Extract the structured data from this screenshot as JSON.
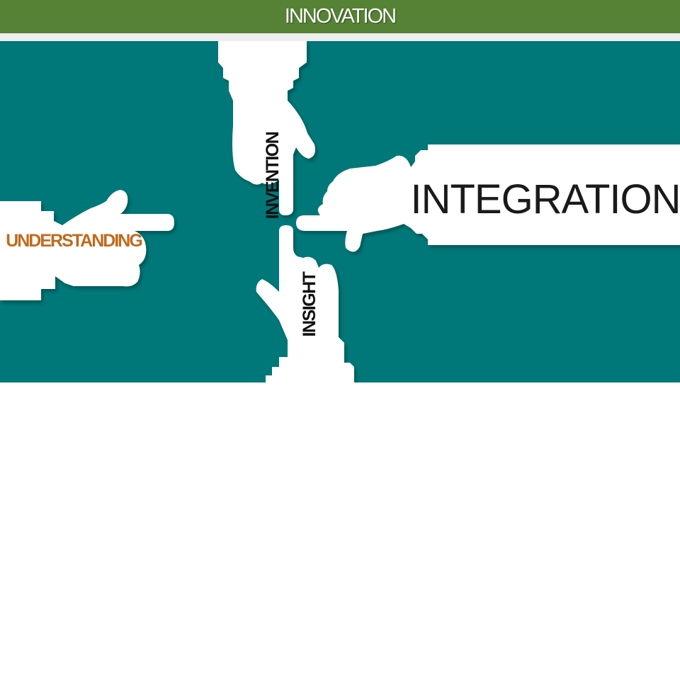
{
  "banner": {
    "title": "INNOVATION"
  },
  "illustration": {
    "labels": {
      "invention": "INVENTION",
      "integration": "INTEGRATION",
      "understanding": "UNDERSTANDING",
      "insight": "INSIGHT"
    }
  },
  "colors": {
    "banner": "#558234",
    "divider": "#eeeeee",
    "panel": "#00787a",
    "hands": "#ffffff",
    "understanding_text": "#c06a1e",
    "label_text": "#111111"
  }
}
